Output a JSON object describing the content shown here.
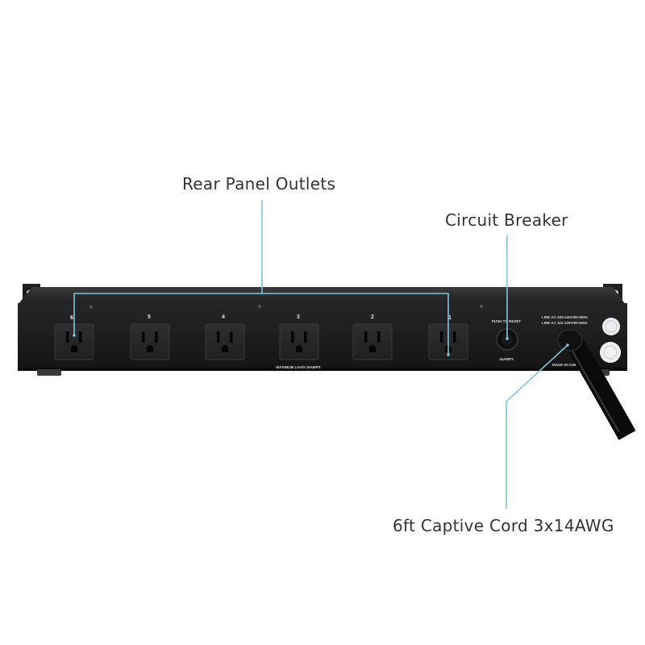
{
  "callouts": {
    "outlets": "Rear Panel Outlets",
    "breaker": "Circuit Breaker",
    "cord": "6ft Captive Cord 3x14AWG"
  },
  "panel": {
    "outlet_numbers": [
      "6",
      "5",
      "4",
      "3",
      "2",
      "1"
    ],
    "max_load": "MAXIMUM  LOAD  15AMPS",
    "push_reset": "PUSH TO RESET",
    "breaker_rating": "15AMPS",
    "line_ac_1": "LINE AC 220-240V/50-60Hz",
    "line_ac_2": "LINE AC 110-120V/50-60Hz",
    "made_in": "MADE IN CHINA"
  },
  "colors": {
    "leader_line": "#7ec4dc",
    "panel": "#1b1b1b",
    "text": "#333333"
  }
}
